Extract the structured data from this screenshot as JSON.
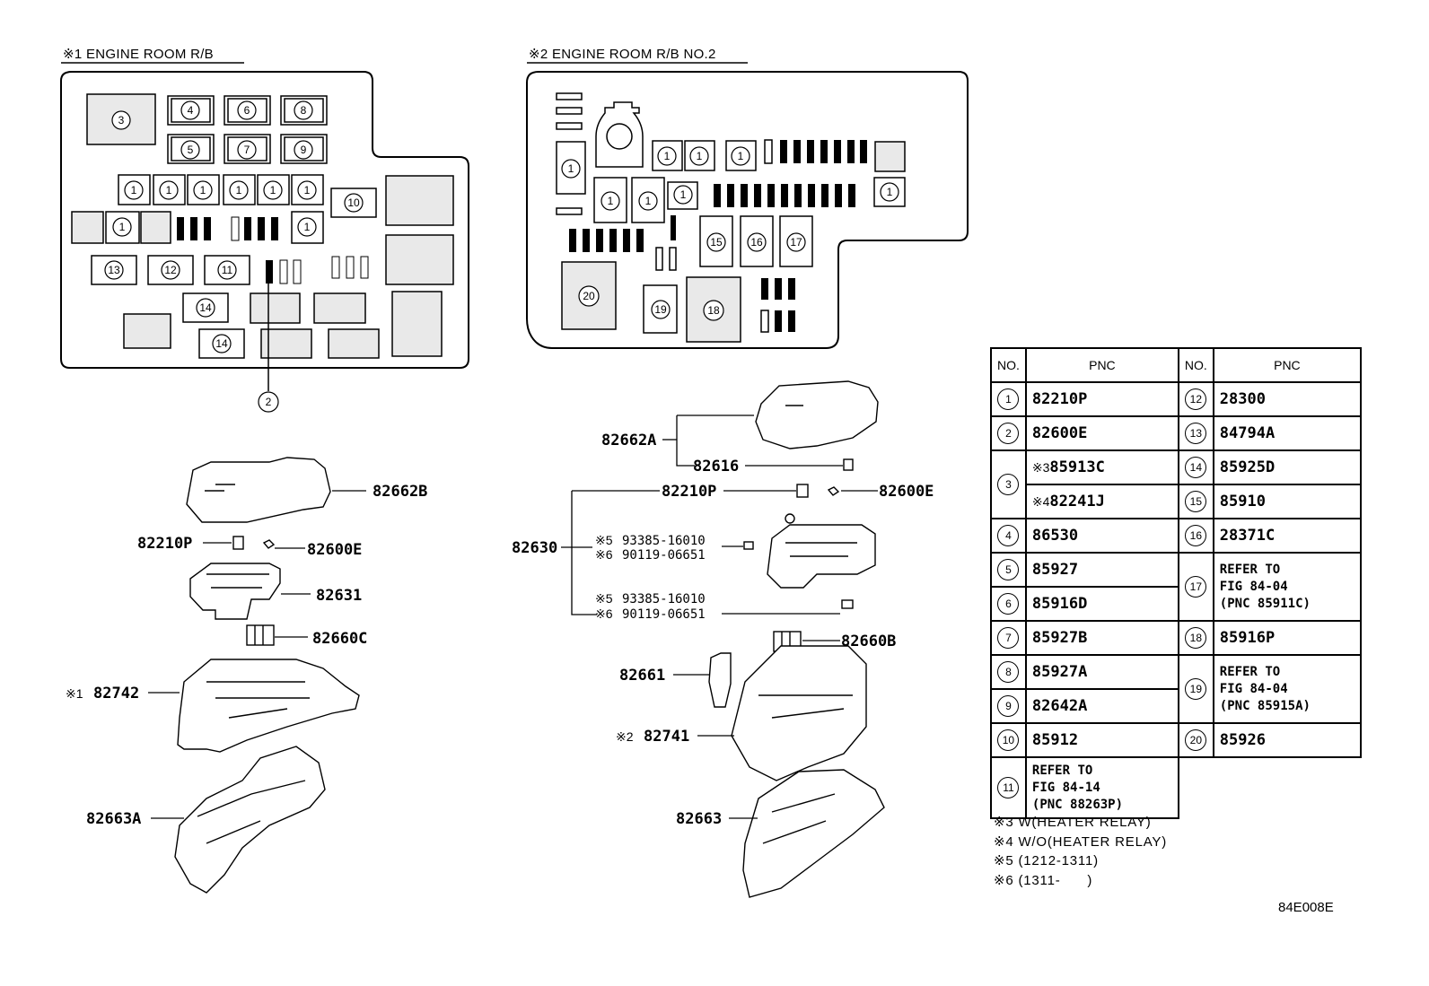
{
  "sections": {
    "left_title": "※1 ENGINE ROOM R/B",
    "right_title": "※2 ENGINE ROOM R/B NO.2"
  },
  "left_box_circles": {
    "n1": "1",
    "n2": "2",
    "n3": "3",
    "n4": "4",
    "n5": "5",
    "n6": "6",
    "n7": "7",
    "n8": "8",
    "n9": "9",
    "n10": "10",
    "n11": "11",
    "n12": "12",
    "n13": "13",
    "n14": "14"
  },
  "right_box_circles": {
    "n1": "1",
    "n15": "15",
    "n16": "16",
    "n17": "17",
    "n18": "18",
    "n19": "19",
    "n20": "20"
  },
  "left_parts": {
    "cover": "82662B",
    "fuse": "82210P",
    "fuse2": "82600E",
    "block": "82631",
    "connector": "82660C",
    "box_prefix": "※1",
    "box": "82742",
    "lower": "82663A"
  },
  "right_parts": {
    "cover": "82662A",
    "clip": "82616",
    "fuse": "82210P",
    "fuse2": "82600E",
    "block": "82630",
    "bolt1_a_prefix": "※5",
    "bolt1_a": "93385-16010",
    "bolt1_b_prefix": "※6",
    "bolt1_b": "90119-06651",
    "bolt2_a_prefix": "※5",
    "bolt2_a": "93385-16010",
    "bolt2_b_prefix": "※6",
    "bolt2_b": "90119-06651",
    "connector": "82660B",
    "relay": "82661",
    "box_prefix": "※2",
    "box": "82741",
    "lower": "82663"
  },
  "table": {
    "headers": [
      "NO.",
      "PNC",
      "NO.",
      "PNC"
    ],
    "left": [
      {
        "no": "1",
        "pnc": "82210P"
      },
      {
        "no": "2",
        "pnc": "82600E"
      },
      {
        "no": "3",
        "pnc_a_prefix": "※3",
        "pnc_a": "85913C",
        "pnc_b_prefix": "※4",
        "pnc_b": "82241J"
      },
      {
        "no": "4",
        "pnc": "86530"
      },
      {
        "no": "5",
        "pnc": "85927"
      },
      {
        "no": "6",
        "pnc": "85916D"
      },
      {
        "no": "7",
        "pnc": "85927B"
      },
      {
        "no": "8",
        "pnc": "85927A"
      },
      {
        "no": "9",
        "pnc": "82642A"
      },
      {
        "no": "10",
        "pnc": "85912"
      },
      {
        "no": "11",
        "line1": "REFER TO",
        "line2": "FIG 84-14",
        "line3": "(PNC 88263P)"
      }
    ],
    "right": [
      {
        "no": "12",
        "pnc": "28300"
      },
      {
        "no": "13",
        "pnc": "84794A"
      },
      {
        "no": "14",
        "pnc": "85925D"
      },
      {
        "no": "15",
        "pnc": "85910"
      },
      {
        "no": "16",
        "pnc": "28371C"
      },
      {
        "no": "17",
        "line1": "REFER TO",
        "line2": "FIG 84-04",
        "line3": "(PNC 85911C)"
      },
      {
        "no": "18",
        "pnc": "85916P"
      },
      {
        "no": "19",
        "line1": "REFER TO",
        "line2": "FIG 84-04",
        "line3": "(PNC 85915A)"
      },
      {
        "no": "20",
        "pnc": "85926"
      }
    ]
  },
  "notes": [
    "※3 W(HEATER RELAY)",
    "※4 W/O(HEATER RELAY)",
    "※5 (1212-1311)",
    "※6 (1311-      )"
  ],
  "figure_id": "84E008E"
}
